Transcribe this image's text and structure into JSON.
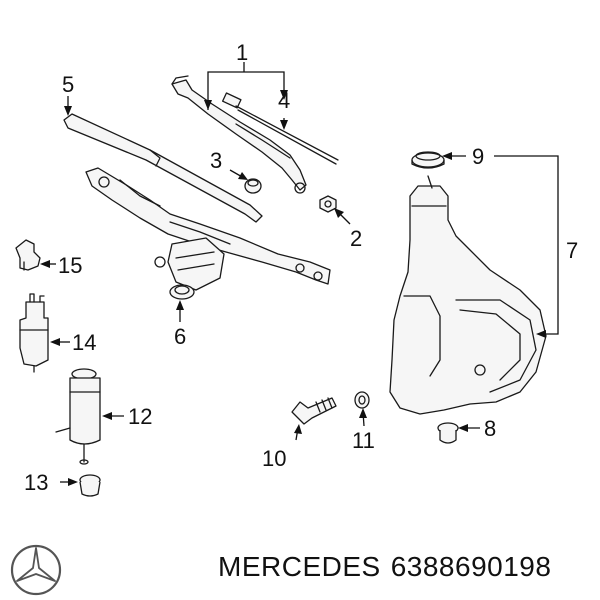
{
  "callouts": {
    "c1": "1",
    "c2": "2",
    "c3": "3",
    "c4": "4",
    "c5": "5",
    "c6": "6",
    "c7": "7",
    "c8": "8",
    "c9": "9",
    "c10": "10",
    "c11": "11",
    "c12": "12",
    "c13": "13",
    "c14": "14",
    "c15": "15"
  },
  "footer": {
    "brand": "MERCEDES",
    "part_number": "6388690198"
  },
  "icons": {
    "logo": "mercedes-star-logo"
  }
}
